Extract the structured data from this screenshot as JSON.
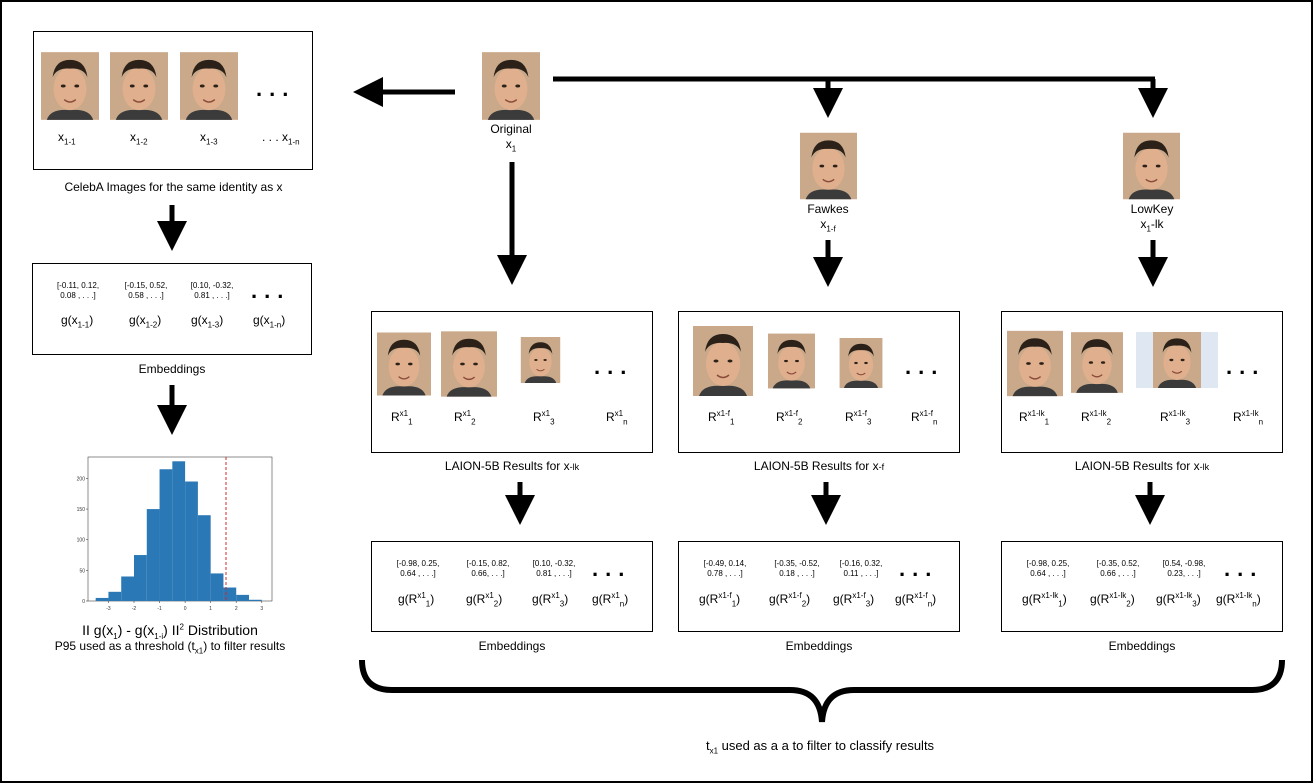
{
  "celeba": {
    "items": [
      {
        "base": "x",
        "sub": "1-1"
      },
      {
        "base": "x",
        "sub": "1-2"
      },
      {
        "base": "x",
        "sub": "1-3"
      },
      {
        "base": ". . . x",
        "sub": "1-n"
      }
    ],
    "caption": "CelebA Images for the same identity as x"
  },
  "celeba_embeddings": {
    "vectors": [
      "[-0.11, 0.12,\n0.08 , . . .]",
      "[-0.15, 0.52,\n0.58 , . . .]",
      "[0.10, -0.32,\n0.81 , . . .]"
    ],
    "labels": [
      {
        "pre": "g(x",
        "sub": "1-1",
        "post": ")"
      },
      {
        "pre": "g(x",
        "sub": "1-2",
        "post": ")"
      },
      {
        "pre": "g(x",
        "sub": "1-3",
        "post": ")"
      },
      {
        "pre": "g(x",
        "sub": "1-n",
        "post": ")"
      }
    ],
    "caption": "Embeddings"
  },
  "histogram": {
    "caption_main": "II g(x",
    "caption_sub1": "1",
    "caption_mid": ") - g(x",
    "caption_sub2": "1-i",
    "caption_end": ") II",
    "caption_sup": "2",
    "caption_tail": " Distribution",
    "caption2_pre": "P95 used as a threshold (t",
    "caption2_sub": "x1",
    "caption2_post": ") to filter results"
  },
  "chart_data": {
    "type": "bar",
    "x": [
      -3.5,
      -3.0,
      -2.5,
      -2.0,
      -1.5,
      -1.0,
      -0.5,
      0.0,
      0.5,
      1.0,
      1.5,
      2.0,
      2.5
    ],
    "values": [
      5,
      15,
      40,
      75,
      150,
      215,
      228,
      195,
      140,
      45,
      22,
      10,
      2
    ],
    "bin_width": 0.5,
    "xlim": [
      -3.8,
      3.4
    ],
    "ylim": [
      0,
      235
    ],
    "xticks": [
      "-3",
      "-2",
      "-1",
      "0",
      "1",
      "2",
      "3"
    ],
    "yticks": [
      "0",
      "50",
      "100",
      "150",
      "200"
    ],
    "threshold": 1.6,
    "bar_color": "#2a78b5",
    "threshold_color": "#d62728"
  },
  "original": {
    "label": "Original",
    "base": "x",
    "sub": "1"
  },
  "fawkes": {
    "label": "Fawkes",
    "base": "x",
    "sub": "1-f"
  },
  "lowkey": {
    "label": "LowKey",
    "base": "x",
    "sub": "1",
    "after": "-lk"
  },
  "columns": [
    {
      "results": [
        {
          "base": "R",
          "sup": "x1",
          "sub": "1"
        },
        {
          "base": "R",
          "sup": "x1",
          "sub": "2"
        },
        {
          "base": "R",
          "sup": "x1",
          "sub": "3"
        },
        {
          "base": "R",
          "sup": "x1",
          "sub": "n"
        }
      ],
      "caption": "LAION-5B Results for x",
      "caption_sub": "-lk",
      "vectors": [
        "[-0.98, 0.25,\n0.64 , . . .]",
        "[-0.15, 0.82,\n0.66, . . .]",
        "[0.10, -0.32,\n0.81 , . . .]"
      ],
      "labels": [
        {
          "pre": "g(R",
          "sup": "x1",
          "sub": "1",
          "post": ")"
        },
        {
          "pre": "g(R",
          "sup": "x1",
          "sub": "2",
          "post": ")"
        },
        {
          "pre": "g(R",
          "sup": "x1",
          "sub": "3",
          "post": ")"
        },
        {
          "pre": "g(R",
          "sup": "x1",
          "sub": "n",
          "post": ")"
        }
      ],
      "emb_caption": "Embeddings"
    },
    {
      "results": [
        {
          "base": "R",
          "sup": "x1-f",
          "sub": "1"
        },
        {
          "base": "R",
          "sup": "x1-f",
          "sub": "2"
        },
        {
          "base": "R",
          "sup": "x1-f",
          "sub": "3"
        },
        {
          "base": "R",
          "sup": "x1-f",
          "sub": "n"
        }
      ],
      "caption": "LAION-5B Results for x",
      "caption_sub": "-f",
      "vectors": [
        "[-0.49, 0.14,\n0.78 , . . .]",
        "[-0.35, -0.52,\n0.18 , . . .]",
        "[-0.16, 0.32,\n0.11 , . . .]"
      ],
      "labels": [
        {
          "pre": "g(R",
          "sup": "x1-f",
          "sub": "1",
          "post": ")"
        },
        {
          "pre": "g(R",
          "sup": "x1-f",
          "sub": "2",
          "post": ")"
        },
        {
          "pre": "g(R",
          "sup": "x1-f",
          "sub": "3",
          "post": ")"
        },
        {
          "pre": "g(R",
          "sup": "x1-f",
          "sub": "n",
          "post": ")"
        }
      ],
      "emb_caption": "Embeddings"
    },
    {
      "results": [
        {
          "base": "R",
          "sup": "x1-lk",
          "sub": "1"
        },
        {
          "base": "R",
          "sup": "x1-lk",
          "sub": "2"
        },
        {
          "base": "R",
          "sup": "x1-lk",
          "sub": "3"
        },
        {
          "base": "R",
          "sup": "x1-lk",
          "sub": "n"
        }
      ],
      "caption": "LAION-5B Results for x",
      "caption_sub": "-lk",
      "vectors": [
        "[-0.98, 0.25,\n0.64 , . . .]",
        "[-0.35, 0.52,\n0.66 , . . .]",
        "[0.54, -0.98,\n0.23, . . .]"
      ],
      "labels": [
        {
          "pre": "g(R",
          "sup": "x1-lk",
          "sub": "1",
          "post": ")"
        },
        {
          "pre": "g(R",
          "sup": "x1-lk",
          "sub": "2",
          "post": ")"
        },
        {
          "pre": "g(R",
          "sup": "x1-lk",
          "sub": "3",
          "post": ")"
        },
        {
          "pre": "g(R",
          "sup": "x1-lk",
          "sub": "n",
          "post": ")"
        }
      ],
      "emb_caption": "Embeddings"
    }
  ],
  "bottom": {
    "pre": "t",
    "sub": "x1",
    "post": " used as a a to filter to classify results"
  }
}
